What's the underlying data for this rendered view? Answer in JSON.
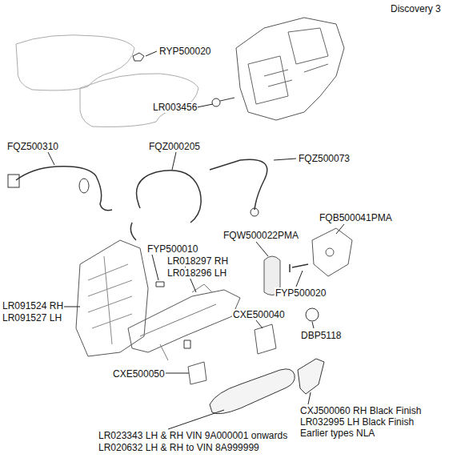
{
  "diagram": {
    "labels": [
      "Discovery 3",
      "RYP500020",
      "LR003456",
      "FQZ500310",
      "FQZ000205",
      "FQZ500073",
      "FQB500041PMA",
      "FQW500022PMA",
      "FYP500010",
      "LR018297 RH",
      "LR018296 LH",
      "FYP500020",
      "LR091524 RH",
      "LR091527 LH",
      "CXE500040",
      "DBP5118",
      "CXE500050",
      "CXJ500060 RH Black Finish",
      "LR032995 LH Black Finish",
      "Earlier types NLA",
      "LR023343 LH & RH VIN 9A000001 onwards",
      "LR020632 LH & RH to VIN 8A999999"
    ]
  }
}
